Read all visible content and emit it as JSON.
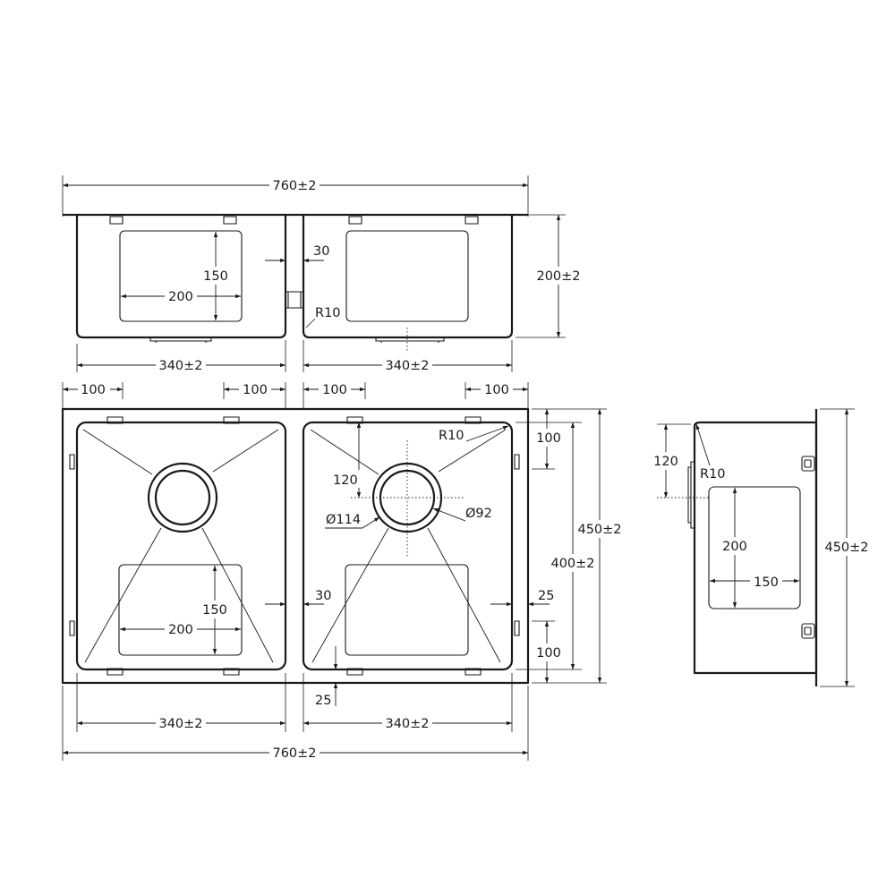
{
  "colors": {
    "ink": "#1a1a1a",
    "paper": "#ffffff"
  },
  "dims": {
    "overall_width": "760±2",
    "bowl_width": "340±2",
    "depth": "200±2",
    "overall_length": "450±2",
    "bowl_length": "400±2",
    "drain_offset": "100",
    "divider": "30",
    "radius": "R10",
    "window_w": "200",
    "window_h": "150",
    "front_offset": "120",
    "outer_dia": "Ø114",
    "inner_dia": "Ø92",
    "edge": "25",
    "side_window_h": "200",
    "side_window_w": "150"
  }
}
